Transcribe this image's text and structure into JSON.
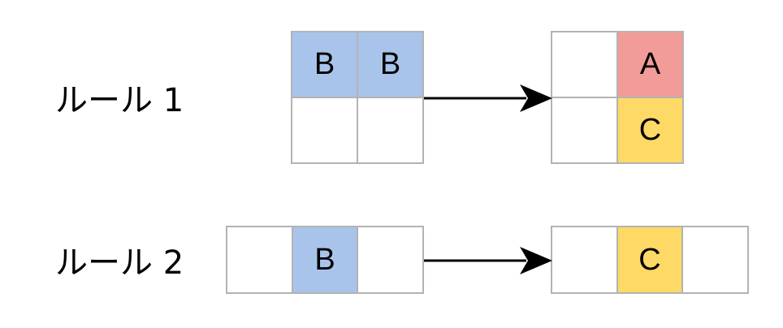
{
  "rules": [
    {
      "label": "ルール 1",
      "left_grid": [
        [
          "B",
          "B"
        ],
        [
          "",
          ""
        ]
      ],
      "right_grid": [
        [
          "",
          "A"
        ],
        [
          "",
          "C"
        ]
      ]
    },
    {
      "label": "ルール 2",
      "left_grid": [
        [
          "",
          "B",
          ""
        ]
      ],
      "right_grid": [
        [
          "",
          "C",
          ""
        ]
      ]
    }
  ],
  "colors": {
    "A": "#f19c99",
    "B": "#a9c4eb",
    "C": "#ffd966",
    "grid_line": "#b3b3b3",
    "arrow": "#000000"
  }
}
